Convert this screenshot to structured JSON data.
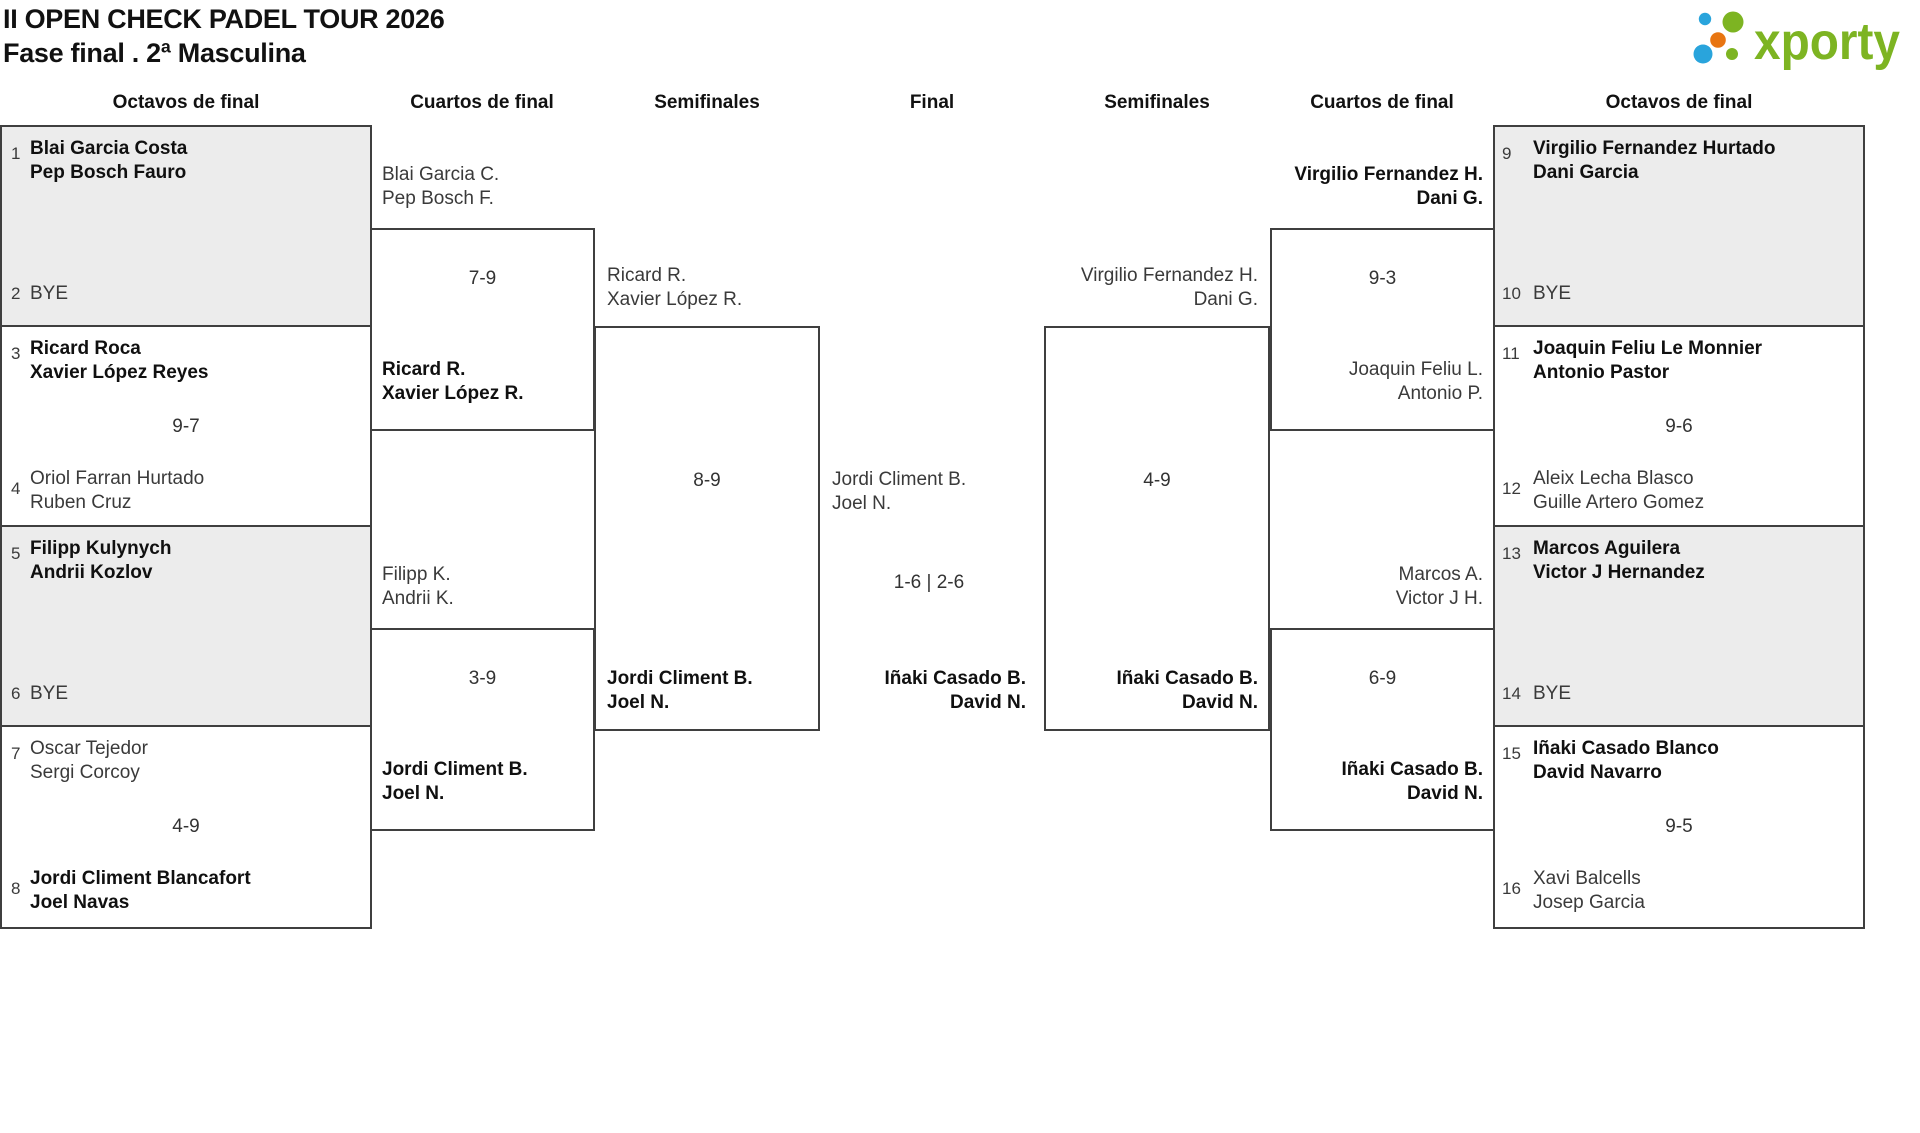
{
  "header": {
    "title": "II OPEN CHECK PADEL TOUR 2026",
    "subtitle": "Fase final . 2ª Masculina"
  },
  "logo": {
    "brand": "xporty",
    "green": "#7db422",
    "blue": "#29a4dc",
    "orange": "#e87511"
  },
  "round_headers": [
    "Octavos de final",
    "Cuartos de final",
    "Semifinales",
    "Final",
    "Semifinales",
    "Cuartos de final",
    "Octavos de final"
  ],
  "colors": {
    "box_gray": "#ececec",
    "border": "#3f3f3f"
  },
  "r16_left": {
    "m1": {
      "seed_top": "1",
      "top": [
        "Blai Garcia Costa",
        "Pep Bosch Fauro"
      ],
      "seed_bottom": "2",
      "bottom": [
        "BYE"
      ],
      "score": ""
    },
    "m2": {
      "seed_top": "3",
      "top": [
        "Ricard Roca",
        "Xavier López Reyes"
      ],
      "seed_bottom": "4",
      "bottom": [
        "Oriol Farran Hurtado",
        "Ruben Cruz"
      ],
      "score": "9-7"
    },
    "m3": {
      "seed_top": "5",
      "top": [
        "Filipp Kulynych",
        "Andrii Kozlov"
      ],
      "seed_bottom": "6",
      "bottom": [
        "BYE"
      ],
      "score": ""
    },
    "m4": {
      "seed_top": "7",
      "top": [
        "Oscar Tejedor",
        "Sergi Corcoy"
      ],
      "seed_bottom": "8",
      "bottom": [
        "Jordi Climent Blancafort",
        "Joel Navas"
      ],
      "score": "4-9"
    }
  },
  "r16_right": {
    "m1": {
      "seed_top": "9",
      "top": [
        "Virgilio Fernandez Hurtado",
        "Dani Garcia"
      ],
      "seed_bottom": "10",
      "bottom": [
        "BYE"
      ],
      "score": ""
    },
    "m2": {
      "seed_top": "11",
      "top": [
        "Joaquin Feliu Le Monnier",
        "Antonio Pastor"
      ],
      "seed_bottom": "12",
      "bottom": [
        "Aleix Lecha Blasco",
        "Guille Artero Gomez"
      ],
      "score": "9-6"
    },
    "m3": {
      "seed_top": "13",
      "top": [
        "Marcos Aguilera",
        "Victor J Hernandez"
      ],
      "seed_bottom": "14",
      "bottom": [
        "BYE"
      ],
      "score": ""
    },
    "m4": {
      "seed_top": "15",
      "top": [
        "Iñaki Casado Blanco",
        "David Navarro"
      ],
      "seed_bottom": "16",
      "bottom": [
        "Xavi Balcells",
        "Josep Garcia"
      ],
      "score": "9-5"
    }
  },
  "qf_left": {
    "m1": {
      "entrant_top": [
        "Blai Garcia C.",
        "Pep Bosch F."
      ],
      "score": "7-9",
      "winner": [
        "Ricard R.",
        "Xavier López R."
      ]
    },
    "m2": {
      "entrant_top": [
        "Filipp K.",
        "Andrii K."
      ],
      "score": "3-9",
      "winner": [
        "Jordi Climent B.",
        "Joel N."
      ]
    }
  },
  "sf_left": {
    "entrant_top": [
      "Ricard R.",
      "Xavier López R."
    ],
    "score": "8-9",
    "winner": [
      "Jordi Climent B.",
      "Joel N."
    ]
  },
  "final": {
    "entrant_left": [
      "Jordi Climent B.",
      "Joel N."
    ],
    "score": "1-6 | 2-6",
    "winner": [
      "Iñaki Casado B.",
      "David N."
    ]
  },
  "sf_right": {
    "entrant_top": [
      "Virgilio Fernandez H.",
      "Dani G."
    ],
    "score": "4-9",
    "winner": [
      "Iñaki Casado B.",
      "David N."
    ]
  },
  "qf_right": {
    "m1": {
      "winner_top": [
        "Virgilio Fernandez H.",
        "Dani G."
      ],
      "score": "9-3",
      "entrant_bottom": [
        "Joaquin Feliu L.",
        "Antonio P."
      ]
    },
    "m2": {
      "entrant_top": [
        "Marcos A.",
        "Victor J H."
      ],
      "score": "6-9",
      "winner": [
        "Iñaki Casado B.",
        "David N."
      ]
    }
  }
}
